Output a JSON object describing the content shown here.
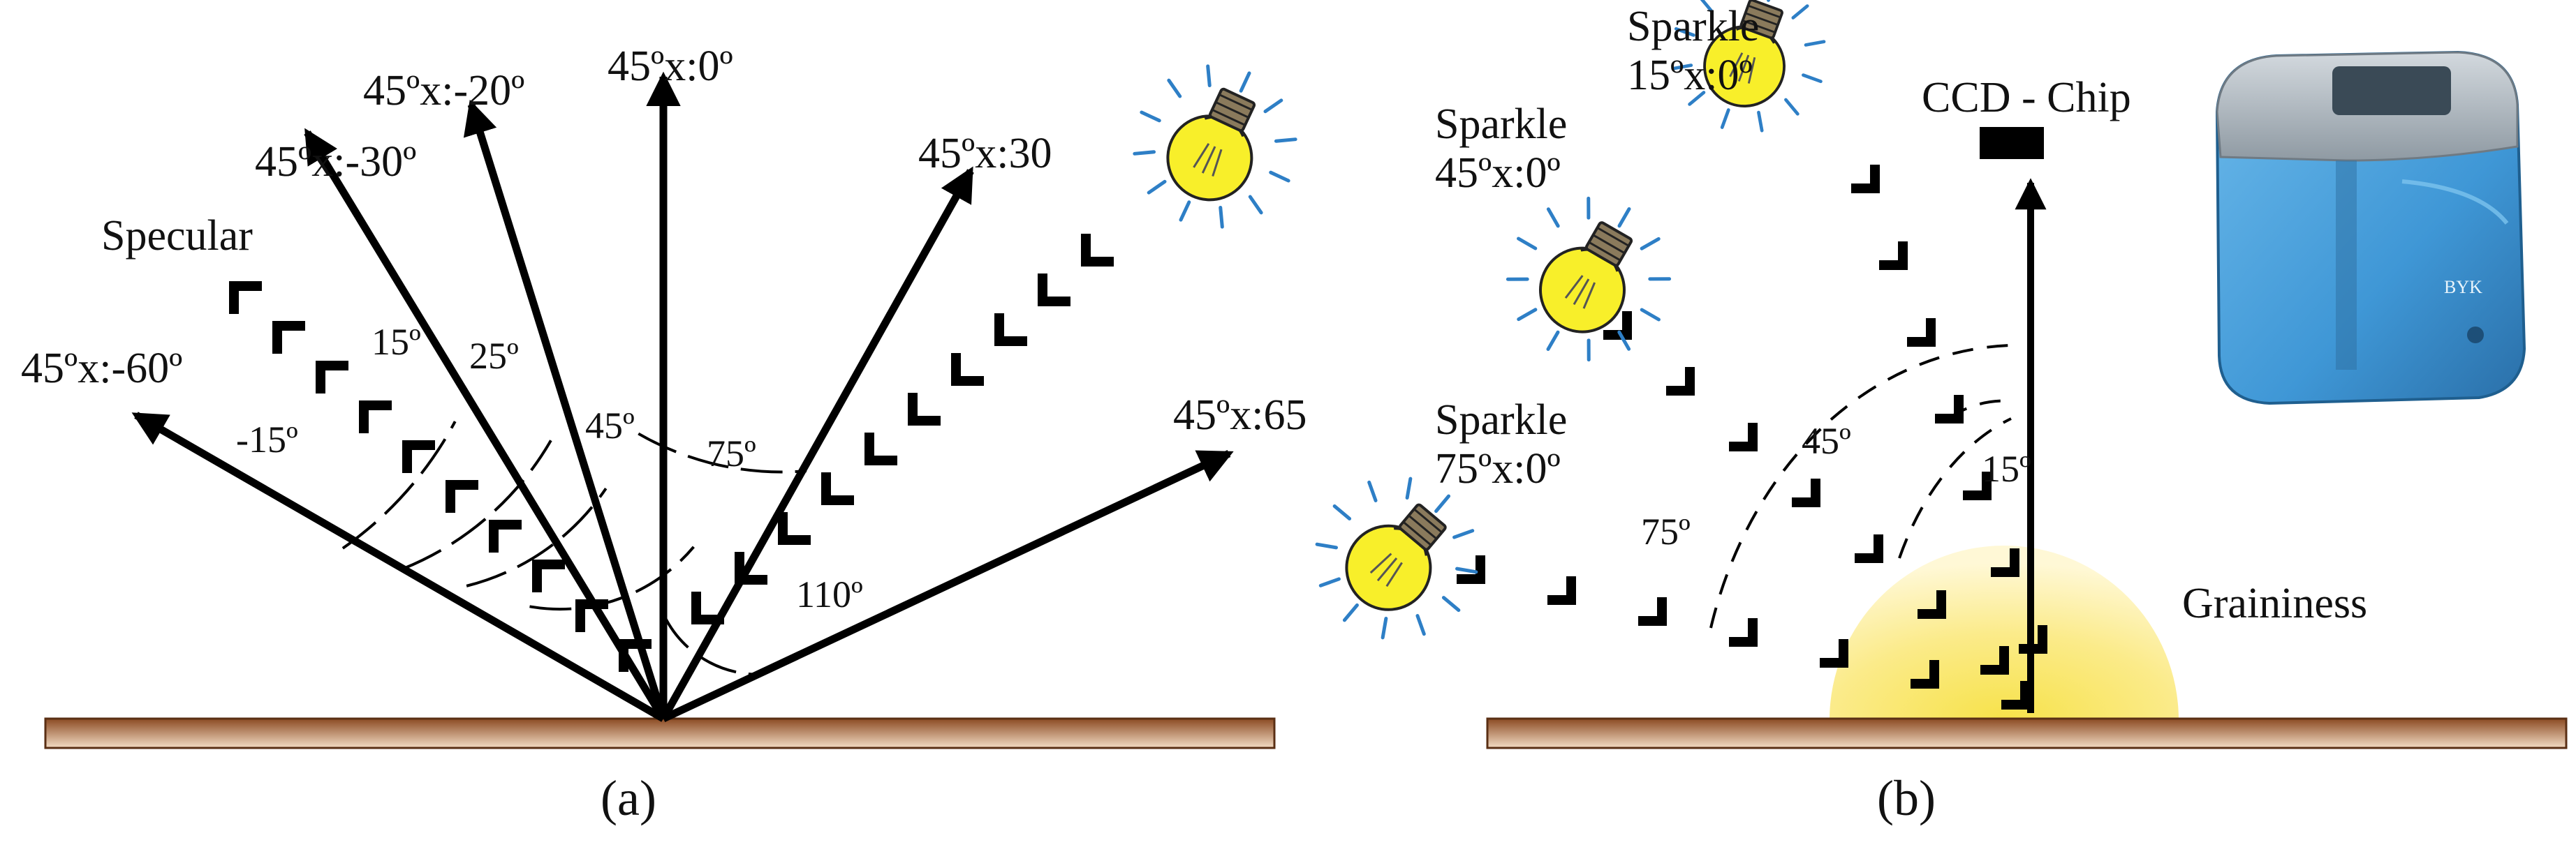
{
  "panel_a": {
    "caption": "(a)",
    "arrows": [
      {
        "label": "45ºx:-60º"
      },
      {
        "label": "45ºx:-30º"
      },
      {
        "label": "45ºx:-20º"
      },
      {
        "label": "45ºx:0º"
      },
      {
        "label": "45ºx:30"
      },
      {
        "label": "45ºx:65"
      }
    ],
    "specular_label": "Specular",
    "angles": [
      "-15º",
      "15º",
      "25º",
      "45º",
      "75º",
      "110º"
    ]
  },
  "panel_b": {
    "caption": "(b)",
    "sparkle_labels": [
      {
        "line1": "Sparkle",
        "line2": "15ºx:0º"
      },
      {
        "line1": "Sparkle",
        "line2": "45ºx:0º"
      },
      {
        "line1": "Sparkle",
        "line2": "75ºx:0º"
      }
    ],
    "sensor_label": "CCD - Chip",
    "graininess_label": "Graininess",
    "angles": [
      "15º",
      "45º",
      "75º"
    ],
    "device_text": "BYK"
  },
  "colors": {
    "surface_top": "#8b4a22",
    "surface_bottom": "#f3dcc4",
    "bulb": "#f8ef2a",
    "rays": "#2e7fc6",
    "glow": "#fbf0a0",
    "device_body": "#4aa3df",
    "device_top": "#a9b3bb"
  },
  "icons": [
    "light-bulb-icon",
    "ccd-chip-icon",
    "measurement-device-icon"
  ]
}
